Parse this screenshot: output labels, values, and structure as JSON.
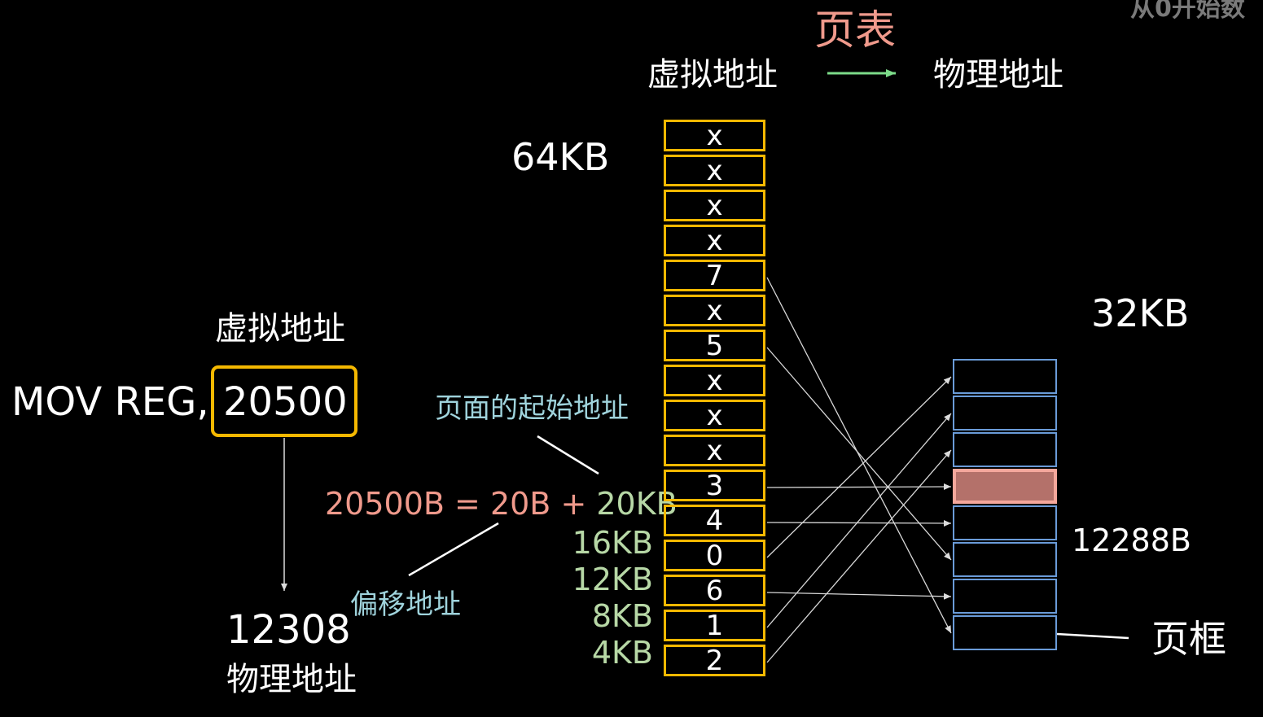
{
  "watermark": "从0开始数",
  "title": "页表",
  "header": {
    "virtual": "虚拟地址",
    "physical": "物理地址"
  },
  "virtual_space_size": "64KB",
  "physical_space_size": "32KB",
  "instruction": {
    "prefix": "MOV REG,",
    "address": "20500",
    "address_caption": "虚拟地址"
  },
  "result": {
    "value": "12308",
    "caption": "物理地址"
  },
  "annotations": {
    "page_start": "页面的起始地址",
    "offset": "偏移地址",
    "page_frame": "页框",
    "frame_address": "12288B"
  },
  "equation": {
    "lhs": "20500B = 20B + ",
    "rhs": "20KB"
  },
  "kb_labels": [
    "16KB",
    "12KB",
    "8KB",
    "4KB"
  ],
  "page_table": [
    "x",
    "x",
    "x",
    "x",
    "7",
    "x",
    "5",
    "x",
    "x",
    "x",
    "3",
    "4",
    "0",
    "6",
    "1",
    "2"
  ],
  "mapped_frames": [
    {
      "row": 4,
      "frame": 7
    },
    {
      "row": 6,
      "frame": 5
    },
    {
      "row": 10,
      "frame": 3
    },
    {
      "row": 11,
      "frame": 4
    },
    {
      "row": 12,
      "frame": 0
    },
    {
      "row": 13,
      "frame": 6
    },
    {
      "row": 14,
      "frame": 1
    },
    {
      "row": 15,
      "frame": 2
    }
  ],
  "frame_count": 8,
  "highlighted_frame": 3,
  "colors": {
    "page_table_border": "#f5b800",
    "frame_border": "#6a9bd8",
    "highlight_fill": "#b4716a",
    "title": "#f09a8c",
    "equation": "#f09a8c",
    "green_text": "#b7d8a6",
    "annotation_teal": "#9fd3dc",
    "arrow_green": "#7ddc8a"
  }
}
